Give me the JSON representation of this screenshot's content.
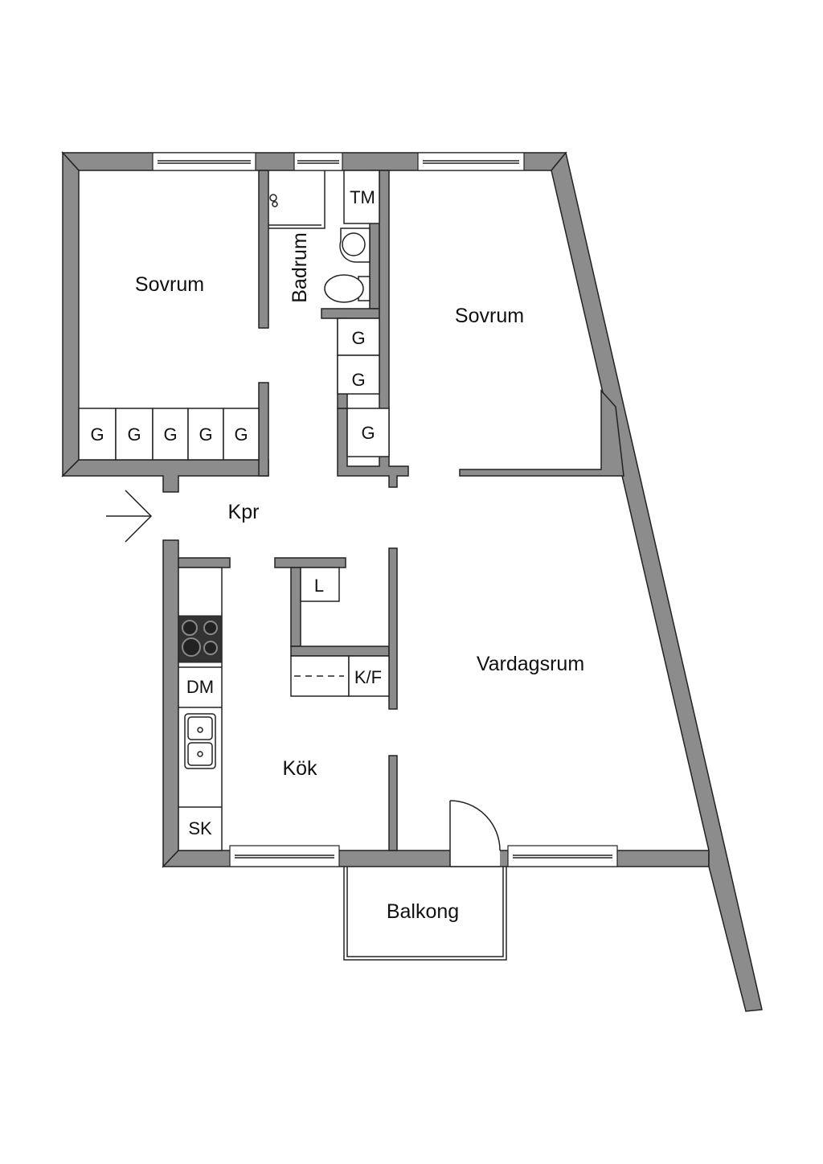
{
  "rooms": {
    "bedroom_left": "Sovrum",
    "bedroom_right": "Sovrum",
    "bathroom": "Badrum",
    "hallway": "Kpr",
    "living_room": "Vardagsrum",
    "kitchen": "Kök",
    "balcony": "Balkong"
  },
  "units": {
    "wardrobe": "G",
    "washer": "TM",
    "linen": "L",
    "fridge_freezer": "K/F",
    "dishwasher": "DM",
    "cabinet": "SK"
  },
  "icons": {
    "entrance": "arrow-right-icon",
    "stove": "stove-icon",
    "sink": "sink-icon",
    "toilet": "toilet-icon",
    "washbasin": "washbasin-icon",
    "door": "door-swing-icon"
  },
  "colors": {
    "wall": "#8c8c8c",
    "outline": "#222222",
    "background": "#ffffff"
  }
}
